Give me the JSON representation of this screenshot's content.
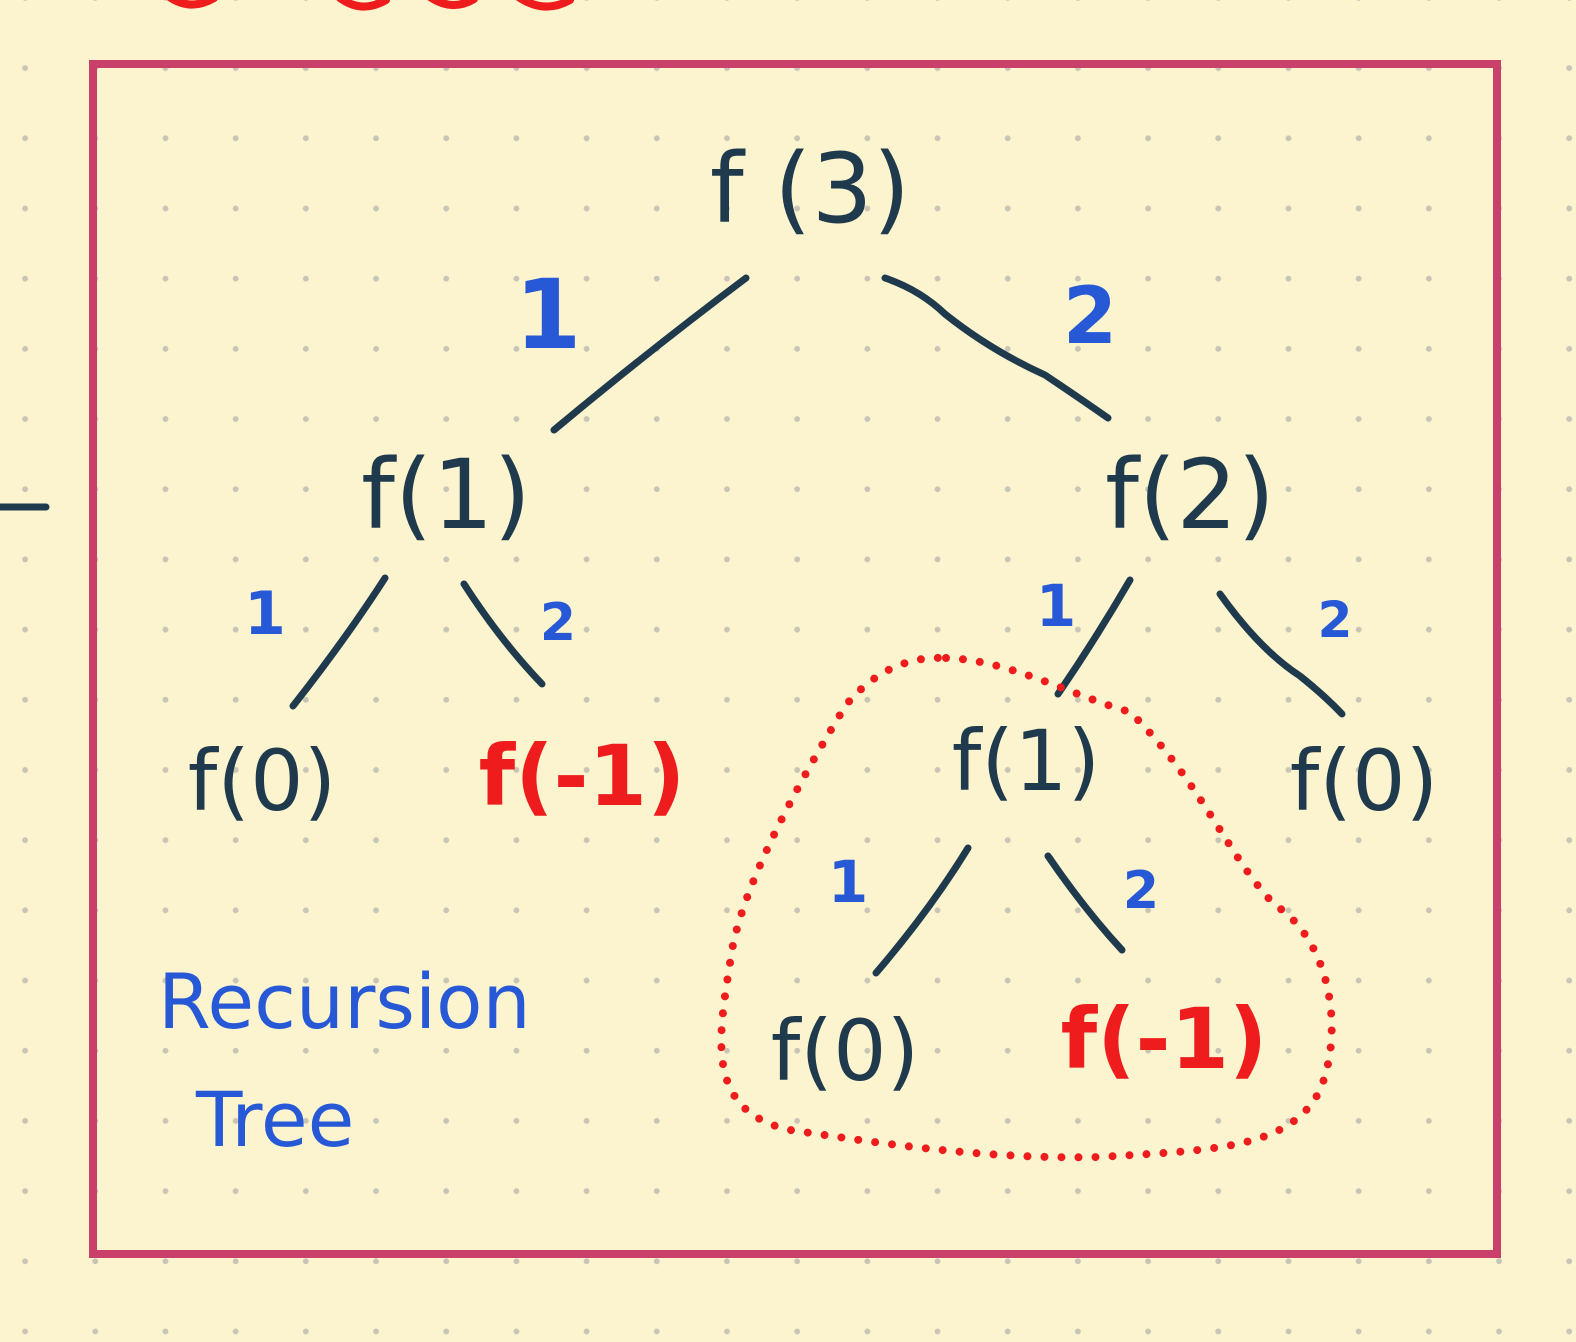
{
  "nodes": {
    "root": "f (3)",
    "left": "f(1)",
    "right": "f(2)",
    "left_left": "f(0)",
    "left_right": "f(-1)",
    "right_left": "f(1)",
    "right_right": "f(0)",
    "right_left_left": "f(0)",
    "right_left_right": "f(-1)"
  },
  "edge_labels": {
    "root_left": "1",
    "root_right": "2",
    "left_left": "1",
    "left_right": "2",
    "right_left": "1",
    "right_right": "2",
    "right_left_left": "1",
    "right_left_right": "2"
  },
  "caption": {
    "line1": "Recursion",
    "line2": "Tree"
  },
  "colors": {
    "frame": "#c9406a",
    "node": "#1f3a4d",
    "base_case_invalid": "#ee1c1c",
    "edge_label": "#2759d6",
    "highlight_outline": "#ee1c1c",
    "paper": "#fbf4cf"
  }
}
